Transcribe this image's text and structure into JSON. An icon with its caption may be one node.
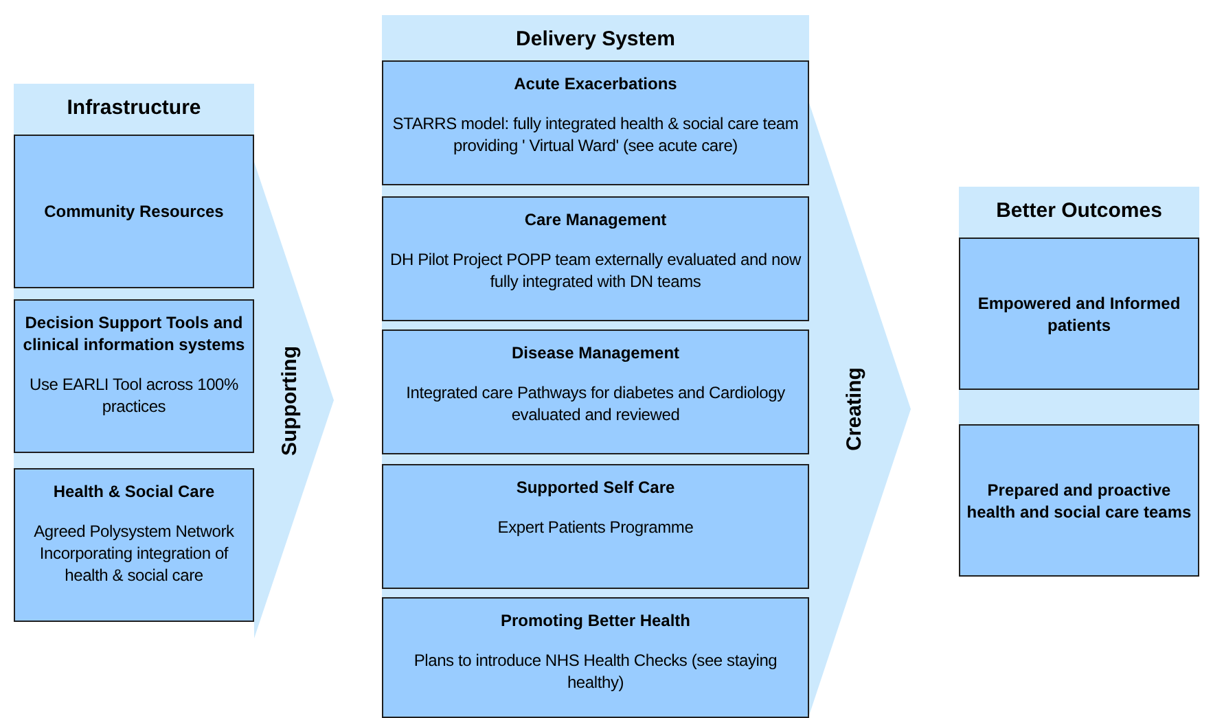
{
  "diagram": {
    "nodes": [
      {
        "text": [
          "Infrastructure"
        ]
      },
      {
        "text": [
          "Community Resources"
        ],
        "in": 0
      },
      {
        "text": [
          "Decision Support Tools and clinical information systems",
          "Use EARLI Tool across 100% practices"
        ],
        "in": 0
      },
      {
        "text": [
          "Health & Social Care",
          "Agreed Polysystem Network Incorporating integration of health & social care"
        ],
        "in": 0
      },
      {
        "text": [
          "Delivery System"
        ]
      },
      {
        "text": [
          "Acute Exacerbations",
          "STARRS model: fully integrated health & social care team providing ' Virtual Ward' (see acute care)"
        ],
        "in": 4
      },
      {
        "text": [
          "Care Management",
          "DH Pilot Project POPP team externally evaluated and now fully integrated with DN teams"
        ],
        "in": 4
      },
      {
        "text": [
          "Disease  Management",
          "Integrated care Pathways for diabetes and Cardiology evaluated and reviewed"
        ],
        "in": 4
      },
      {
        "text": [
          "Supported Self Care",
          "Expert Patients Programme"
        ],
        "in": 4
      },
      {
        "text": [
          "Promoting Better Health",
          "Plans to introduce NHS Health Checks (see staying healthy)"
        ],
        "in": 4
      },
      {
        "text": [
          "Better Outcomes"
        ]
      },
      {
        "text": [
          "Empowered and Informed patients"
        ],
        "in": 10
      },
      {
        "text": [
          "Prepared and proactive health and social care teams"
        ],
        "in": 10
      }
    ],
    "edges": [
      {
        "from": 0,
        "to": 4,
        "arrow": "to",
        "label": "Supporting"
      },
      {
        "from": 4,
        "to": 10,
        "arrow": "to",
        "label": "Creating"
      }
    ]
  }
}
